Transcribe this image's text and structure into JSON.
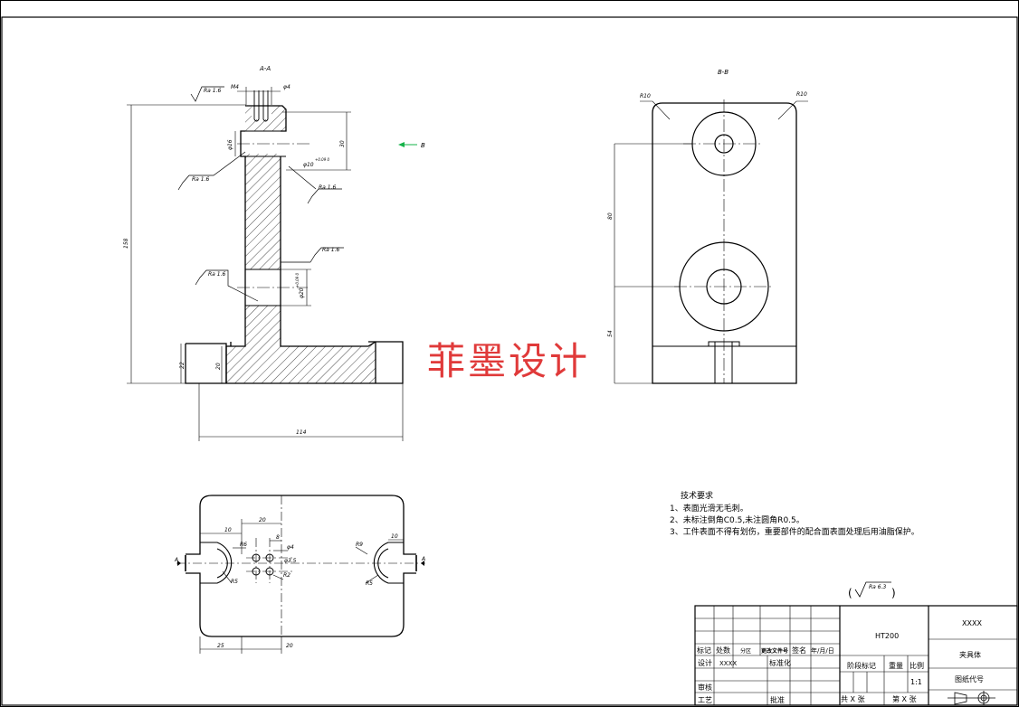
{
  "views": {
    "section_aa": {
      "title": "A-A",
      "dims": {
        "m4": "M4",
        "phi4": "φ4",
        "height": "158",
        "d30": "30",
        "phi16": "φ16",
        "phi10": "φ10",
        "phi10_tol": "+0.09 0",
        "phi20": "φ20",
        "phi20_tol": "+0.09 0",
        "h22": "22",
        "h20": "20",
        "width": "114"
      },
      "roughness": [
        "Ra 1.6",
        "Ra 1.6",
        "Ra 1.6",
        "Ra 1.6",
        "Ra 1.6"
      ]
    },
    "view_b_arrow": "B",
    "view_bb": {
      "title": "B-B",
      "dims": {
        "r10_left": "R10",
        "r10_right": "R10",
        "d80": "80",
        "d54": "54"
      }
    },
    "plan": {
      "dims": {
        "d10": "10",
        "d20": "20",
        "d8": "8",
        "r6": "R6",
        "phi4": "φ4",
        "phi35": "φ3.5",
        "r2": "R2",
        "r5_left": "R5",
        "r9": "R9",
        "d10r": "10",
        "r5_right": "R5",
        "d25": "25",
        "d20b": "20"
      },
      "section_marks": [
        "A",
        "A"
      ]
    }
  },
  "watermark": "菲墨设计",
  "tech_requirements": {
    "title": "技术要求",
    "items": [
      "1、表面光滑无毛刺。",
      "2、未标注倒角C0.5,未注圆角R0.5。",
      "3、工件表面不得有划伤，重要部件的配合面表面处理后用油脂保护。"
    ]
  },
  "general_roughness": "Ra 6.3",
  "title_block": {
    "material": "HT200",
    "company": "XXXX",
    "part_name": "夹具体",
    "drawing_code_label": "图纸代号",
    "mark": "标记",
    "count": "处数",
    "zone": "分区",
    "change_no": "更改文件号",
    "signature": "签名",
    "date": "年/月/日",
    "design": "设计",
    "design_name": "XXXX",
    "standard": "标准化",
    "stage_mark": "阶段标记",
    "weight": "重量",
    "scale": "比例",
    "scale_value": "1:1",
    "review": "审核",
    "process": "工艺",
    "approve": "批准",
    "total_sheets": "共 X 张",
    "sheet_no": "第 X 张"
  }
}
